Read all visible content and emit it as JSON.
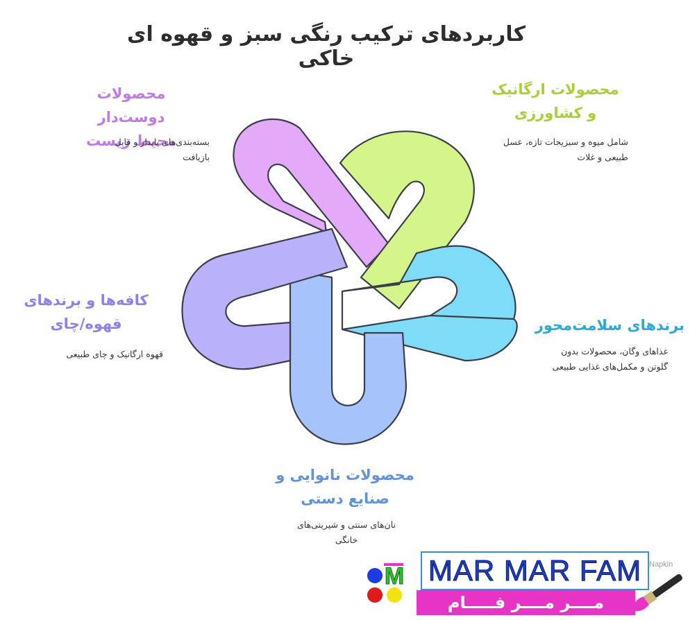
{
  "title": "کاربردهای ترکیب رنگی سبز و قهوه ای خاکی",
  "categories": [
    {
      "id": "eco",
      "title_line1": "محصولات دوست‌دار",
      "title_line2": "محیط زیست",
      "desc_line1": "بسته‌بندی‌های پایدار و قابل",
      "desc_line2": "بازیافت",
      "color": "#c07ae6"
    },
    {
      "id": "organic",
      "title_line1": "محصولات ارگانیک",
      "title_line2": "و کشاورزی",
      "desc_line1": "شامل میوه و سبزیجات تازه، عسل",
      "desc_line2": "طبیعی و غلات",
      "color": "#a6cf3a"
    },
    {
      "id": "cafe",
      "title_line1": "کافه‌ها و برندهای",
      "title_line2": "قهوه/چای",
      "desc_line1": "قهوه ارگانیک و چای طبیعی",
      "desc_line2": "",
      "color": "#8f80ea"
    },
    {
      "id": "health",
      "title_line1": "برندهای سلامت‌محور",
      "title_line2": "",
      "desc_line1": "غذاهای وگان، محصولات بدون",
      "desc_line2": "گلوتن و مکمل‌های غذایی طبیعی",
      "color": "#2aa8d8"
    },
    {
      "id": "bakery",
      "title_line1": "محصولات نانوایی و",
      "title_line2": "صنایع دستی",
      "desc_line1": "نان‌های سنتی و شیرینی‌های",
      "desc_line2": "خانگی",
      "color": "#5f93dd"
    }
  ],
  "shape_colors": {
    "purple": "#e2aaf8",
    "green": "#d3f58a",
    "cyan": "#7edcf8",
    "blue": "#a6c4fb",
    "violet": "#b9b2fa",
    "outline": "#3d3d4a"
  },
  "watermark": "Napkin",
  "logo": {
    "text": "MAR MAR FAM",
    "persian": "مــــر مــــر فـــــام"
  }
}
